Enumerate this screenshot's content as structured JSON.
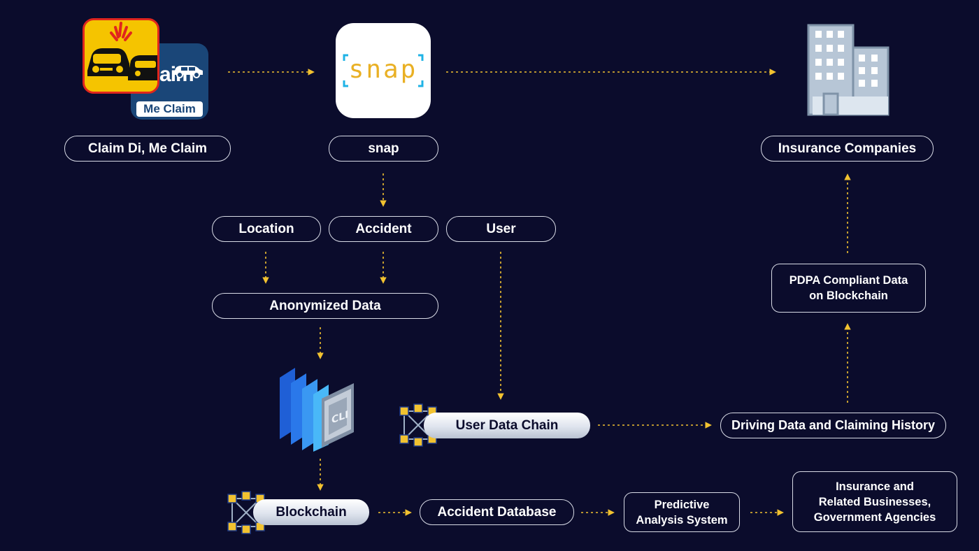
{
  "nodes": {
    "claim_di": "Claim Di, Me Claim",
    "snap": "snap",
    "insurance_companies": "Insurance Companies",
    "location": "Location",
    "accident": "Accident",
    "user": "User",
    "anonymized_data": "Anonymized Data",
    "pdpa_line1": "PDPA Compliant Data",
    "pdpa_line2": "on Blockchain",
    "user_data_chain": "User Data Chain",
    "driving_data": "Driving Data and Claiming History",
    "blockchain": "Blockchain",
    "accident_database": "Accident Database",
    "predictive_line1": "Predictive",
    "predictive_line2": "Analysis System",
    "insurance_related_line1": "Insurance and",
    "insurance_related_line2": "Related Businesses,",
    "insurance_related_line3": "Government Agencies"
  },
  "logos": {
    "snap_wordmark": "snap",
    "meclaim_wordmark": "Me Claim",
    "meclaim_big_text": "e aim",
    "chip_text": "CLI"
  },
  "colors": {
    "background": "#0b0c2c",
    "arrow": "#f2c230",
    "node_border": "#d8dbe6",
    "snap_accent": "#e9b024",
    "snap_bracket": "#1fb3e6",
    "building": "#9fb3c8"
  }
}
